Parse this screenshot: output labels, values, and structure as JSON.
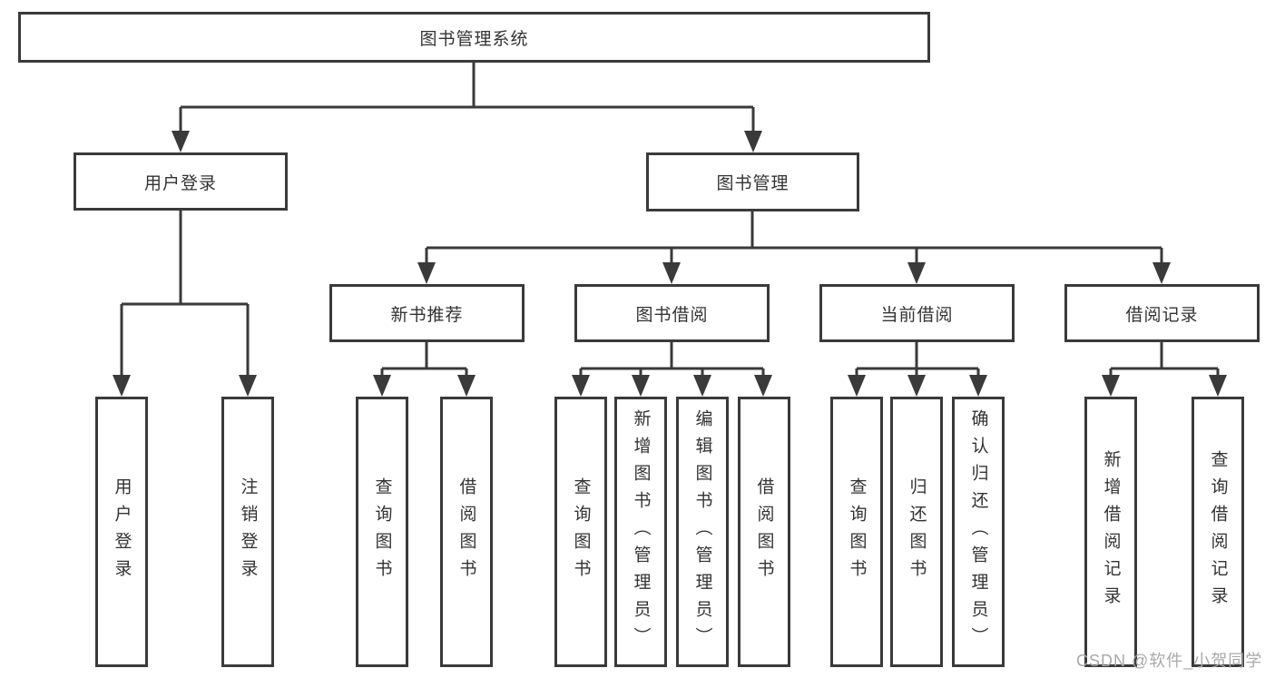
{
  "nodes": {
    "root": "图书管理系统",
    "level2": [
      "用户登录",
      "图书管理"
    ],
    "level3": [
      "新书推荐",
      "图书借阅",
      "当前借阅",
      "借阅记录"
    ],
    "leaves_user_login": [
      "用户登录",
      "注销登录"
    ],
    "leaves_new_book": [
      "查询图书",
      "借阅图书"
    ],
    "leaves_book_borrow": [
      "查询图书",
      "新增图书（管理员）",
      "编辑图书（管理员）",
      "借阅图书"
    ],
    "leaves_current_borrow": [
      "查询图书",
      "归还图书",
      "确认归还（管理员）"
    ],
    "leaves_borrow_records": [
      "新增借阅记录",
      "查询借阅记录"
    ]
  },
  "watermark": "CSDN @软件_小贺同学",
  "colors": {
    "line": "#3a3a3a",
    "text": "#333333",
    "watermark": "#a9a9a9",
    "background": "#ffffff"
  }
}
